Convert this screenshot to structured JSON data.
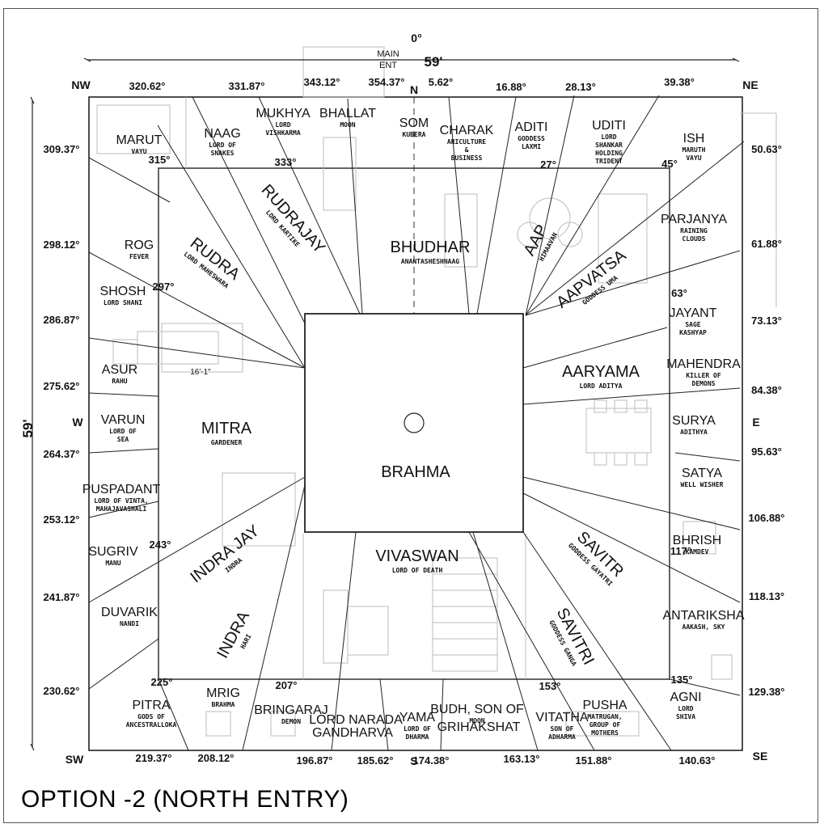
{
  "compass": {
    "nw": "NW",
    "ne": "NE",
    "sw": "SW",
    "se": "SE",
    "n": "N",
    "s": "S",
    "e": "E",
    "w": "W"
  },
  "dimensions": {
    "top": "59'",
    "left": "59'"
  },
  "top_marker": {
    "degree": "0°",
    "main": "MAIN",
    "ent": "ENT"
  },
  "room_dim": "16'-1\"",
  "caption": "OPTION -2 (NORTH ENTRY)",
  "center": "BRAHMA",
  "outer_degrees": [
    "320.62°",
    "331.87°",
    "343.12°",
    "354.37°",
    "5.62°",
    "16.88°",
    "28.13°",
    "39.38°",
    "50.63°",
    "61.88°",
    "73.13°",
    "84.38°",
    "95.63°",
    "106.88°",
    "118.13°",
    "129.38°",
    "140.63°",
    "151.88°",
    "163.13°",
    "174.38°",
    "185.62°",
    "196.87°",
    "208.12°",
    "219.37°",
    "230.62°",
    "241.87°",
    "253.12°",
    "264.37°",
    "275.62°",
    "286.87°",
    "298.12°",
    "309.37°"
  ],
  "inner_degrees": [
    "315°",
    "333°",
    "27°",
    "45°",
    "63°",
    "117°",
    "135°",
    "153°",
    "207°",
    "225°",
    "243°",
    "297°"
  ],
  "outer_deities": [
    {
      "name": "MARUT",
      "lines": [
        "VAYU"
      ]
    },
    {
      "name": "NAAG",
      "lines": [
        "LORD OF",
        "SNAKES"
      ]
    },
    {
      "name": "MUKHYA",
      "lines": [
        "LORD",
        "VISHKARMA"
      ]
    },
    {
      "name": "BHALLAT",
      "lines": [
        "MOON"
      ]
    },
    {
      "name": "SOM",
      "lines": [
        "KUBERA"
      ]
    },
    {
      "name": "CHARAK",
      "lines": [
        "ARICULTURE",
        "&",
        "BUSINESS"
      ]
    },
    {
      "name": "ADITI",
      "lines": [
        "GODDESS",
        "LAXMI"
      ]
    },
    {
      "name": "UDITI",
      "lines": [
        "LORD",
        "SHANKAR",
        "HOLDING",
        "TRIDENT"
      ]
    },
    {
      "name": "ISH",
      "lines": [
        "MARUTH",
        "VAYU"
      ]
    },
    {
      "name": "PARJANYA",
      "lines": [
        "RAINING",
        "CLOUDS"
      ]
    },
    {
      "name": "JAYANT",
      "lines": [
        "SAGE",
        "KASHYAP"
      ]
    },
    {
      "name": "MAHENDRA",
      "lines": [
        "KILLER OF",
        "DEMONS"
      ]
    },
    {
      "name": "SURYA",
      "lines": [
        "ADITHYA"
      ]
    },
    {
      "name": "SATYA",
      "lines": [
        "WELL WISHER"
      ]
    },
    {
      "name": "BHRISH",
      "lines": [
        "KAMDEV"
      ]
    },
    {
      "name": "ANTARIKSHA",
      "lines": [
        "AAKASH, SKY"
      ]
    },
    {
      "name": "AGNI",
      "lines": [
        "LORD",
        "SHIVA"
      ]
    },
    {
      "name": "PUSHA",
      "lines": [
        "MATRUGAN,",
        "GROUP OF",
        "MOTHERS"
      ]
    },
    {
      "name": "VITATHA",
      "lines": [
        "SON OF",
        "ADHARMA"
      ]
    },
    {
      "name": "BUDH, SON OF",
      "lines": [
        "MOON"
      ]
    },
    {
      "name": "GRIHAKSHAT",
      "lines": []
    },
    {
      "name": "YAMA",
      "lines": [
        "LORD OF",
        "DHARMA"
      ]
    },
    {
      "name": "GANDHARVA",
      "lines": []
    },
    {
      "name": "LORD NARADA",
      "lines": []
    },
    {
      "name": "BRINGARAJ",
      "lines": [
        "DEMON"
      ]
    },
    {
      "name": "MRIG",
      "lines": [
        "BRAHMA"
      ]
    },
    {
      "name": "PITRA",
      "lines": [
        "GODS OF",
        "ANCESTRALLOKA"
      ]
    },
    {
      "name": "DUVARIK",
      "lines": [
        "NANDI"
      ]
    },
    {
      "name": "SUGRIV",
      "lines": [
        "MANU"
      ]
    },
    {
      "name": "PUSPADANT",
      "lines": [
        "LORD OF VINTA,",
        "MAHAJAVASHALI"
      ]
    },
    {
      "name": "VARUN",
      "lines": [
        "LORD OF",
        "SEA"
      ]
    },
    {
      "name": "ASUR",
      "lines": [
        "RAHU"
      ]
    },
    {
      "name": "SHOSH",
      "lines": [
        "LORD SHANI"
      ]
    },
    {
      "name": "ROG",
      "lines": [
        "FEVER"
      ]
    }
  ],
  "inner_deities": [
    {
      "name": "RUDRAJAY",
      "sub": "LORD KARTIKE"
    },
    {
      "name": "BHUDHAR",
      "sub": "ANANTASHESHNAAG"
    },
    {
      "name": "AAP",
      "sub": "HIMAAVAN"
    },
    {
      "name": "AAPVATSA",
      "sub": "GODDESS UMA"
    },
    {
      "name": "AARYAMA",
      "sub": "LORD ADITYA"
    },
    {
      "name": "SAVITR",
      "sub": "GODDESS GAYATRI"
    },
    {
      "name": "SAVITRI",
      "sub": "GODDESS GANGA"
    },
    {
      "name": "VIVASWAN",
      "sub": "LORD OF DEATH"
    },
    {
      "name": "INDRA",
      "sub": "HARI"
    },
    {
      "name": "INDRA JAY",
      "sub": "INDRA"
    },
    {
      "name": "MITRA",
      "sub": "GARDENER"
    },
    {
      "name": "RUDRA",
      "sub": "LORD MAHESWARA"
    }
  ]
}
